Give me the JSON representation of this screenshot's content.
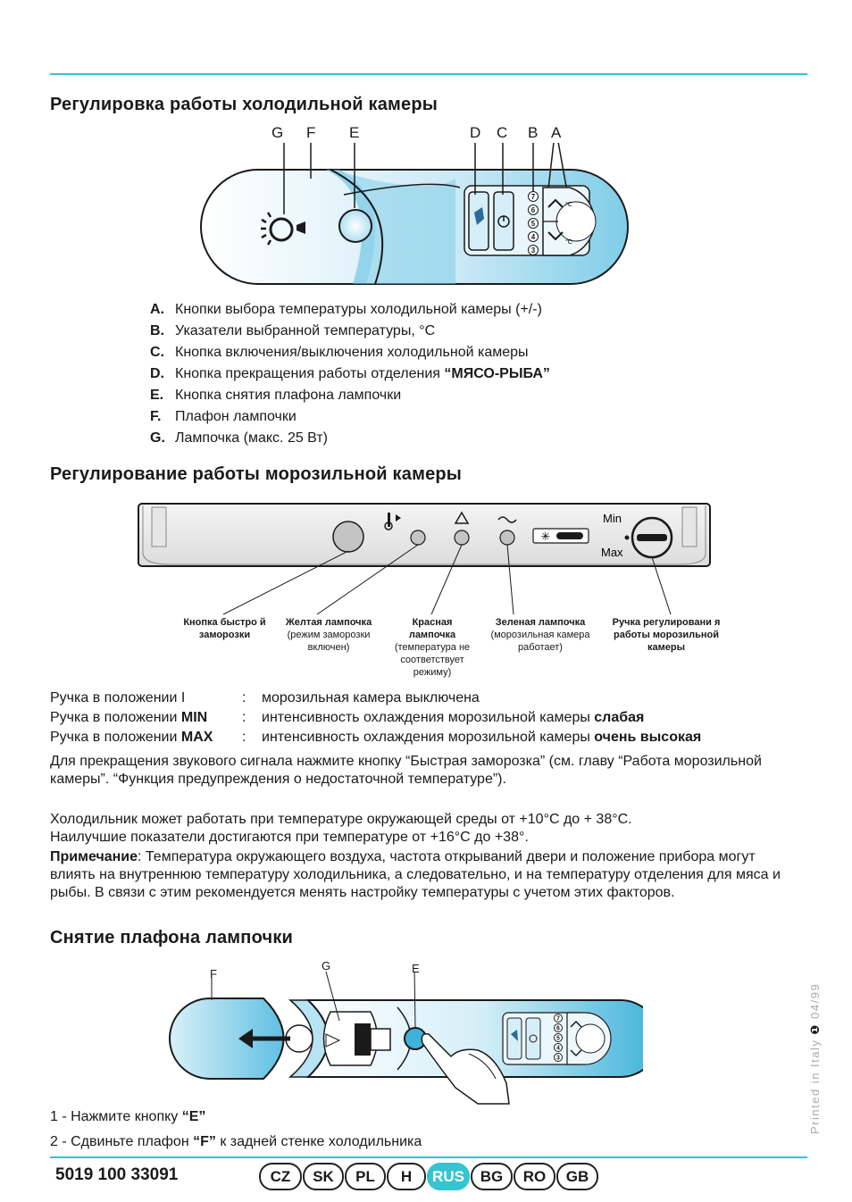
{
  "section1": {
    "title": "Регулировка работы холодильной камеры",
    "diagram_letters": [
      "G",
      "F",
      "E",
      "D",
      "C",
      "B",
      "A"
    ],
    "panel_indicators": [
      "7",
      "6",
      "5",
      "4",
      "3"
    ],
    "unit_symbol": "°C",
    "legend": [
      {
        "key": "A.",
        "text": "Кнопки выбора температуры холодильной камеры (+/-)",
        "bold": ""
      },
      {
        "key": "B.",
        "text": "Указатели выбранной температуры, °С",
        "bold": ""
      },
      {
        "key": "C.",
        "text": "Кнопка включения/выключения холодильной камеры",
        "bold": ""
      },
      {
        "key": "D.",
        "text": "Кнопка прекращения работы отделения ",
        "bold": "“МЯСО-РЫБА”"
      },
      {
        "key": "E.",
        "text": "Кнопка снятия плафона лампочки",
        "bold": ""
      },
      {
        "key": "F.",
        "text": "Плафон лампочки",
        "bold": ""
      },
      {
        "key": "G.",
        "text": "Лампочка (макс. 25 Вт)",
        "bold": ""
      }
    ]
  },
  "section2": {
    "title": "Регулирование работы морозильной камеры",
    "knob_min": "Min",
    "knob_max": "Max",
    "captions": [
      {
        "bold": "Кнопка быстро й заморозки",
        "normal": ""
      },
      {
        "bold": "Желтая лампочка",
        "normal": "(режим заморозки включен)"
      },
      {
        "bold": "Красная лампочка",
        "normal": "(температура не соответствует режиму)"
      },
      {
        "bold": "Зеленая лампочка",
        "normal": "(морозильная камера работает)"
      },
      {
        "bold": "Ручка регулировани я работы морозильной камеры",
        "normal": ""
      }
    ],
    "knob_positions": [
      {
        "label": "Ручка в положении ",
        "level": "I",
        "sep": ":",
        "text": "морозильная камера выключена",
        "strong": ""
      },
      {
        "label": "Ручка в положении ",
        "level": "MIN",
        "sep": ":",
        "text": "интенсивность охлаждения морозильной камеры ",
        "strong": "слабая"
      },
      {
        "label": "Ручка в положении ",
        "level": "MAX",
        "sep": ":",
        "text": "интенсивность охлаждения морозильной камеры ",
        "strong": "очень высокая"
      }
    ],
    "alarm_note": "Для прекращения звукового сигнала нажмите кнопку “Быстрая заморозка” (см. главу “Работа морозильной камеры”. “Функция предупреждения о недостаточной температуре”).",
    "ambient_1": "Холодильник может работать при температуре окружающей среды от +10°С до  + 38°С.",
    "ambient_2": "Наилучшие показатели достигаются при температуре от +16°С  до +38°.",
    "note_label": "Примечание",
    "note_text": ": Температура окружающего воздуха, частота открываний двери и положение прибора могут влиять на внутреннюю температуру холодильника, а следовательно, и на температуру отделения для мяса и рыбы. В связи с этим рекомендуется менять настройку температуры с учетом этих факторов."
  },
  "section3": {
    "title": "Снятие плафона лампочки",
    "diagram_letters": [
      "F",
      "G",
      "E"
    ],
    "panel_indicators": [
      "7",
      "6",
      "5",
      "4",
      "3"
    ],
    "steps": [
      {
        "num": "1 - ",
        "text": "Нажмите кнопку ",
        "bold": "“E”",
        "tail": ""
      },
      {
        "num": "2 - ",
        "text": "Сдвиньте плафон ",
        "bold": "“F”",
        "tail": " к задней стенке холодильника"
      }
    ]
  },
  "footer": {
    "code": "5019 100 33091",
    "languages": [
      "CZ",
      "SK",
      "PL",
      "H",
      "RUS",
      "BG",
      "RO",
      "GB"
    ],
    "active_language": "RUS",
    "printed": "Printed in Italy",
    "date": "04/99"
  },
  "colors": {
    "accent": "#35c4d2",
    "panel_blue": "#9fd9ef"
  }
}
